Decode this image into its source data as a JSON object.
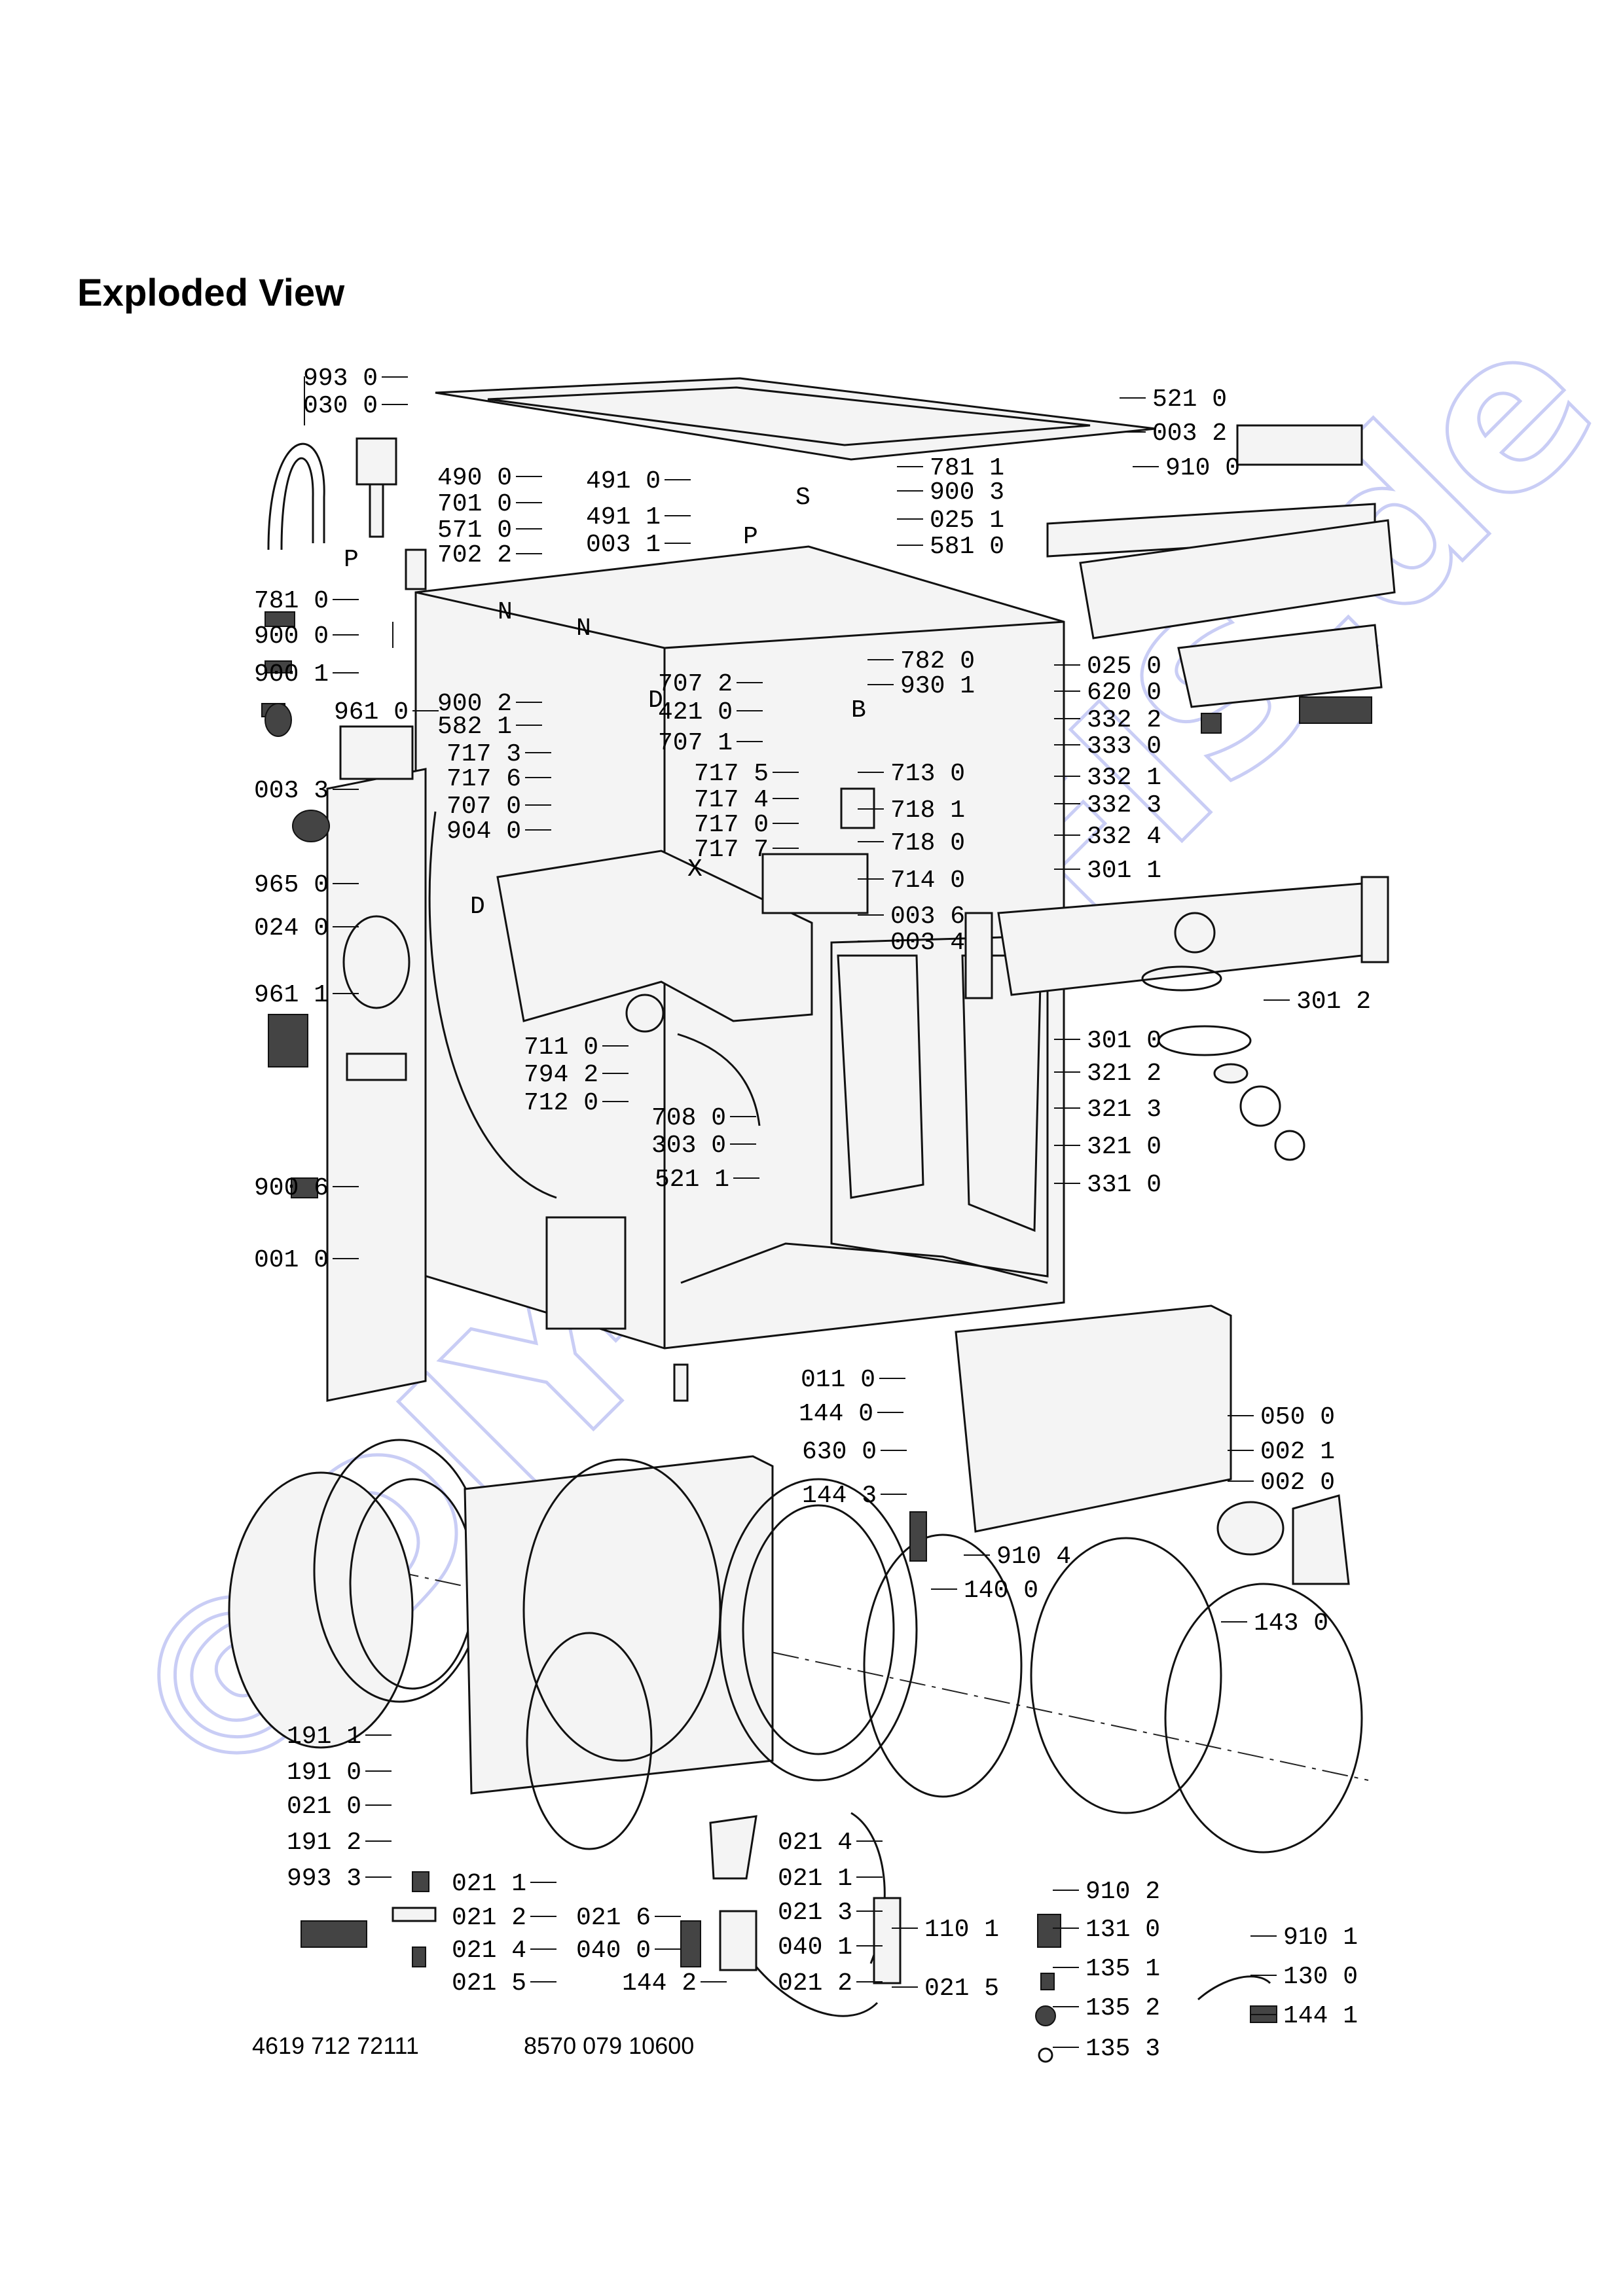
{
  "page": {
    "title": "Exploded View",
    "watermark": "©DIY-PROFIS.de",
    "footer": {
      "left_code": "4619 712 72111",
      "right_code": "8570 079 10600"
    }
  },
  "callouts": [
    {
      "id": "c0",
      "text": "993 0"
    },
    {
      "id": "c1",
      "text": "030 0"
    },
    {
      "id": "c2",
      "text": "490 0"
    },
    {
      "id": "c3",
      "text": "701 0"
    },
    {
      "id": "c4",
      "text": "571 0"
    },
    {
      "id": "c5",
      "text": "702 2"
    },
    {
      "id": "c6",
      "text": "781 0"
    },
    {
      "id": "c7",
      "text": "900 0"
    },
    {
      "id": "c8",
      "text": "900 1"
    },
    {
      "id": "c9",
      "text": "961 0"
    },
    {
      "id": "c10",
      "text": "491 0"
    },
    {
      "id": "c11",
      "text": "491 1"
    },
    {
      "id": "c12",
      "text": "003 1"
    },
    {
      "id": "c13",
      "text": "781 1"
    },
    {
      "id": "c14",
      "text": "900 3"
    },
    {
      "id": "c15",
      "text": "025 1"
    },
    {
      "id": "c16",
      "text": "581 0"
    },
    {
      "id": "c17",
      "text": "521 0"
    },
    {
      "id": "c18",
      "text": "003 2"
    },
    {
      "id": "c19",
      "text": "910 0"
    },
    {
      "id": "c20",
      "text": "900 2"
    },
    {
      "id": "c21",
      "text": "582 1"
    },
    {
      "id": "c22",
      "text": "707 2"
    },
    {
      "id": "c23",
      "text": "421 0"
    },
    {
      "id": "c24",
      "text": "782 0"
    },
    {
      "id": "c25",
      "text": "930 1"
    },
    {
      "id": "c26",
      "text": "707 1"
    },
    {
      "id": "c27",
      "text": "025 0"
    },
    {
      "id": "c28",
      "text": "620 0"
    },
    {
      "id": "c29",
      "text": "332 2"
    },
    {
      "id": "c30",
      "text": "333 0"
    },
    {
      "id": "c31",
      "text": "332 1"
    },
    {
      "id": "c32",
      "text": "332 3"
    },
    {
      "id": "c33",
      "text": "332 4"
    },
    {
      "id": "c34",
      "text": "003 3"
    },
    {
      "id": "c35",
      "text": "717 3"
    },
    {
      "id": "c36",
      "text": "717 6"
    },
    {
      "id": "c37",
      "text": "707 0"
    },
    {
      "id": "c38",
      "text": "904 0"
    },
    {
      "id": "c39",
      "text": "717 5"
    },
    {
      "id": "c40",
      "text": "717 4"
    },
    {
      "id": "c41",
      "text": "717 0"
    },
    {
      "id": "c42",
      "text": "717 7"
    },
    {
      "id": "c43",
      "text": "713 0"
    },
    {
      "id": "c44",
      "text": "718 1"
    },
    {
      "id": "c45",
      "text": "718 0"
    },
    {
      "id": "c46",
      "text": "714 0"
    },
    {
      "id": "c47",
      "text": "965 0"
    },
    {
      "id": "c48",
      "text": "024 0"
    },
    {
      "id": "c49",
      "text": "301 1"
    },
    {
      "id": "c50",
      "text": "003 6"
    },
    {
      "id": "c51",
      "text": "003 4"
    },
    {
      "id": "c52",
      "text": "961 1"
    },
    {
      "id": "c53",
      "text": "711 0"
    },
    {
      "id": "c54",
      "text": "794 2"
    },
    {
      "id": "c55",
      "text": "712 0"
    },
    {
      "id": "c56",
      "text": "301 2"
    },
    {
      "id": "c57",
      "text": "301 0"
    },
    {
      "id": "c58",
      "text": "321 2"
    },
    {
      "id": "c59",
      "text": "321 3"
    },
    {
      "id": "c60",
      "text": "708 0"
    },
    {
      "id": "c61",
      "text": "303 0"
    },
    {
      "id": "c62",
      "text": "321 0"
    },
    {
      "id": "c63",
      "text": "900 6"
    },
    {
      "id": "c64",
      "text": "521 1"
    },
    {
      "id": "c65",
      "text": "331 0"
    },
    {
      "id": "c66",
      "text": "001 0"
    },
    {
      "id": "c67",
      "text": "011 0"
    },
    {
      "id": "c68",
      "text": "144 0"
    },
    {
      "id": "c69",
      "text": "050 0"
    },
    {
      "id": "c70",
      "text": "630 0"
    },
    {
      "id": "c71",
      "text": "002 1"
    },
    {
      "id": "c72",
      "text": "002 0"
    },
    {
      "id": "c73",
      "text": "144 3"
    },
    {
      "id": "c74",
      "text": "910 4"
    },
    {
      "id": "c75",
      "text": "140 0"
    },
    {
      "id": "c76",
      "text": "143 0"
    },
    {
      "id": "c77",
      "text": "191 1"
    },
    {
      "id": "c78",
      "text": "191 0"
    },
    {
      "id": "c79",
      "text": "021 0"
    },
    {
      "id": "c80",
      "text": "191 2"
    },
    {
      "id": "c81",
      "text": "021 4"
    },
    {
      "id": "c82",
      "text": "993 3"
    },
    {
      "id": "c83",
      "text": "021 1"
    },
    {
      "id": "c84",
      "text": "021 1"
    },
    {
      "id": "c85",
      "text": "910 2"
    },
    {
      "id": "c86",
      "text": "021 2"
    },
    {
      "id": "c87",
      "text": "021 6"
    },
    {
      "id": "c88",
      "text": "021 3"
    },
    {
      "id": "c89",
      "text": "110 1"
    },
    {
      "id": "c90",
      "text": "131 0"
    },
    {
      "id": "c91",
      "text": "910 1"
    },
    {
      "id": "c92",
      "text": "021 4"
    },
    {
      "id": "c93",
      "text": "040 0"
    },
    {
      "id": "c94",
      "text": "040 1"
    },
    {
      "id": "c95",
      "text": "135 1"
    },
    {
      "id": "c96",
      "text": "130 0"
    },
    {
      "id": "c97",
      "text": "021 5"
    },
    {
      "id": "c98",
      "text": "144 2"
    },
    {
      "id": "c99",
      "text": "021 2"
    },
    {
      "id": "c100",
      "text": "021 5"
    },
    {
      "id": "c101",
      "text": "135 2"
    },
    {
      "id": "c102",
      "text": "144 1"
    },
    {
      "id": "c103",
      "text": "135 3"
    }
  ],
  "letters": [
    {
      "id": "l0",
      "text": "P"
    },
    {
      "id": "l1",
      "text": "N"
    },
    {
      "id": "l2",
      "text": "N"
    },
    {
      "id": "l3",
      "text": "S"
    },
    {
      "id": "l4",
      "text": "P"
    },
    {
      "id": "l5",
      "text": "D"
    },
    {
      "id": "l6",
      "text": "B"
    },
    {
      "id": "l7",
      "text": "X"
    },
    {
      "id": "l8",
      "text": "D"
    }
  ]
}
